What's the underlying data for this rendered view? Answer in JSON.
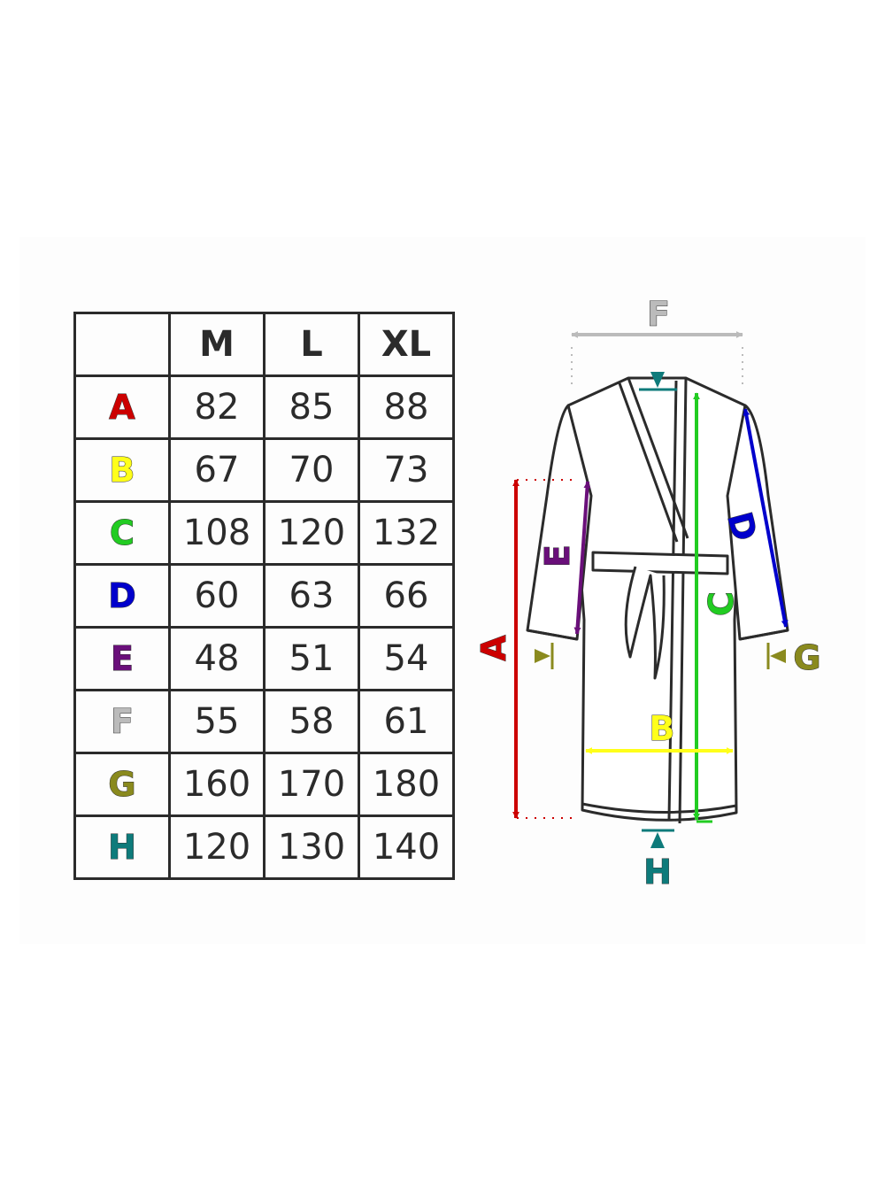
{
  "colors": {
    "A": "#cc0000",
    "B": "#ffff1a",
    "C": "#22cc22",
    "D": "#0000cc",
    "E": "#6a0f7a",
    "F": "#bbbbbb",
    "G": "#8a8a1e",
    "H": "#0e7b7b",
    "outline": "#2b2b2b"
  },
  "table": {
    "headers": [
      "",
      "M",
      "L",
      "XL"
    ],
    "rows": [
      {
        "key": "A",
        "values": [
          "82",
          "85",
          "88"
        ]
      },
      {
        "key": "B",
        "values": [
          "67",
          "70",
          "73"
        ]
      },
      {
        "key": "C",
        "values": [
          "108",
          "120",
          "132"
        ]
      },
      {
        "key": "D",
        "values": [
          "60",
          "63",
          "66"
        ]
      },
      {
        "key": "E",
        "values": [
          "48",
          "51",
          "54"
        ]
      },
      {
        "key": "F",
        "values": [
          "55",
          "58",
          "61"
        ]
      },
      {
        "key": "G",
        "values": [
          "160",
          "170",
          "180"
        ]
      },
      {
        "key": "H",
        "values": [
          "120",
          "130",
          "140"
        ]
      }
    ]
  },
  "diagram": {
    "labels": {
      "A": "A",
      "B": "B",
      "C": "C",
      "D": "D",
      "E": "E",
      "F": "F",
      "G": "G",
      "H": "H"
    }
  }
}
